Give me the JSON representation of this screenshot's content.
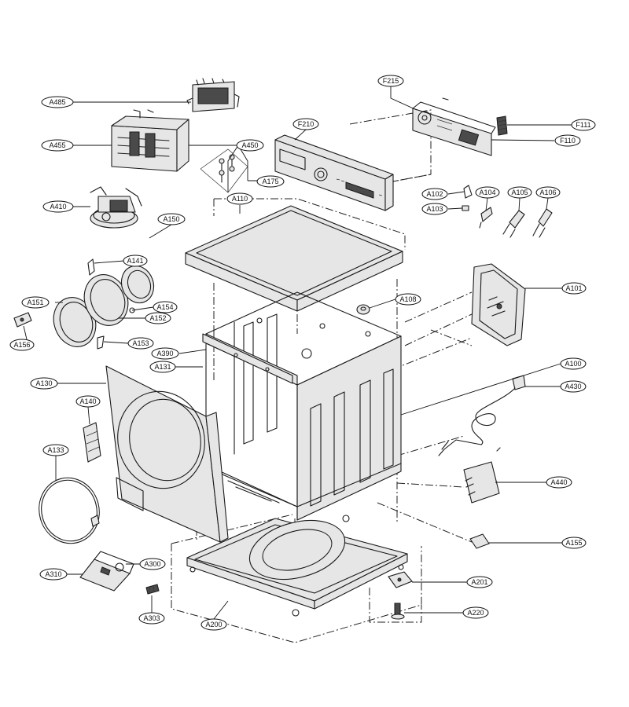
{
  "callouts": [
    {
      "id": "A485",
      "label": "A485"
    },
    {
      "id": "A455",
      "label": "A455"
    },
    {
      "id": "A450",
      "label": "A450"
    },
    {
      "id": "A175",
      "label": "A175"
    },
    {
      "id": "A410",
      "label": "A410"
    },
    {
      "id": "A150",
      "label": "A150"
    },
    {
      "id": "A141",
      "label": "A141"
    },
    {
      "id": "A151",
      "label": "A151"
    },
    {
      "id": "A154",
      "label": "A154"
    },
    {
      "id": "A152",
      "label": "A152"
    },
    {
      "id": "A156",
      "label": "A156"
    },
    {
      "id": "A153",
      "label": "A153"
    },
    {
      "id": "A390",
      "label": "A390"
    },
    {
      "id": "A131",
      "label": "A131"
    },
    {
      "id": "A130",
      "label": "A130"
    },
    {
      "id": "A140",
      "label": "A140"
    },
    {
      "id": "A133",
      "label": "A133"
    },
    {
      "id": "A310",
      "label": "A310"
    },
    {
      "id": "A300",
      "label": "A300"
    },
    {
      "id": "A303",
      "label": "A303"
    },
    {
      "id": "A200",
      "label": "A200"
    },
    {
      "id": "F215",
      "label": "F215"
    },
    {
      "id": "F210",
      "label": "F210"
    },
    {
      "id": "F111",
      "label": "F111"
    },
    {
      "id": "F110",
      "label": "F110"
    },
    {
      "id": "A110",
      "label": "A110"
    },
    {
      "id": "A102",
      "label": "A102"
    },
    {
      "id": "A103",
      "label": "A103"
    },
    {
      "id": "A104",
      "label": "A104"
    },
    {
      "id": "A105",
      "label": "A105"
    },
    {
      "id": "A106",
      "label": "A106"
    },
    {
      "id": "A108",
      "label": "A108"
    },
    {
      "id": "A101",
      "label": "A101"
    },
    {
      "id": "A100",
      "label": "A100"
    },
    {
      "id": "A430",
      "label": "A430"
    },
    {
      "id": "A440",
      "label": "A440"
    },
    {
      "id": "A155",
      "label": "A155"
    },
    {
      "id": "A201",
      "label": "A201"
    },
    {
      "id": "A220",
      "label": "A220"
    }
  ]
}
